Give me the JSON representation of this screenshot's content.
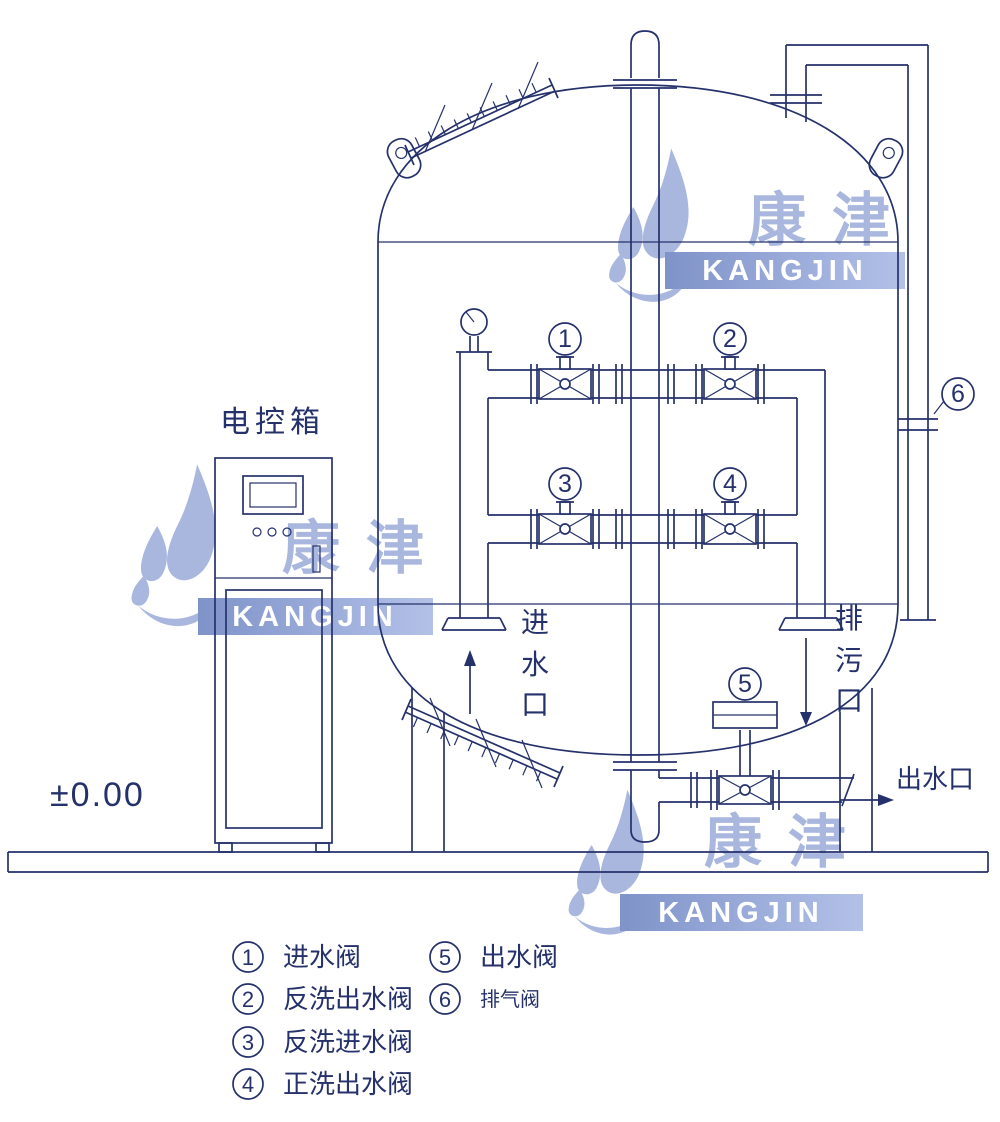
{
  "diagram": {
    "type": "water-filter-tank-piping-diagram"
  },
  "labels": {
    "control_box": "电控箱",
    "ground_level": "±0.00",
    "inlet_chars": [
      "进",
      "水",
      "口"
    ],
    "drain_chars": [
      "排",
      "污",
      "口"
    ],
    "outlet": "出水口"
  },
  "valves": [
    {
      "num": "1",
      "label": "进水阀"
    },
    {
      "num": "2",
      "label": "反洗出水阀"
    },
    {
      "num": "3",
      "label": "反洗进水阀"
    },
    {
      "num": "4",
      "label": "正洗出水阀"
    },
    {
      "num": "5",
      "label": "出水阀"
    },
    {
      "num": "6",
      "label": "排气阀"
    }
  ],
  "watermark": {
    "cn": "康津",
    "en": "KANGJIN"
  },
  "colors": {
    "line": "#25316b",
    "watermark_light": "#a9b7de",
    "watermark_bar_start": "#7f93c9",
    "watermark_bar_end": "#b3c1e8",
    "watermark_text": "#ffffff",
    "background": "#ffffff"
  }
}
